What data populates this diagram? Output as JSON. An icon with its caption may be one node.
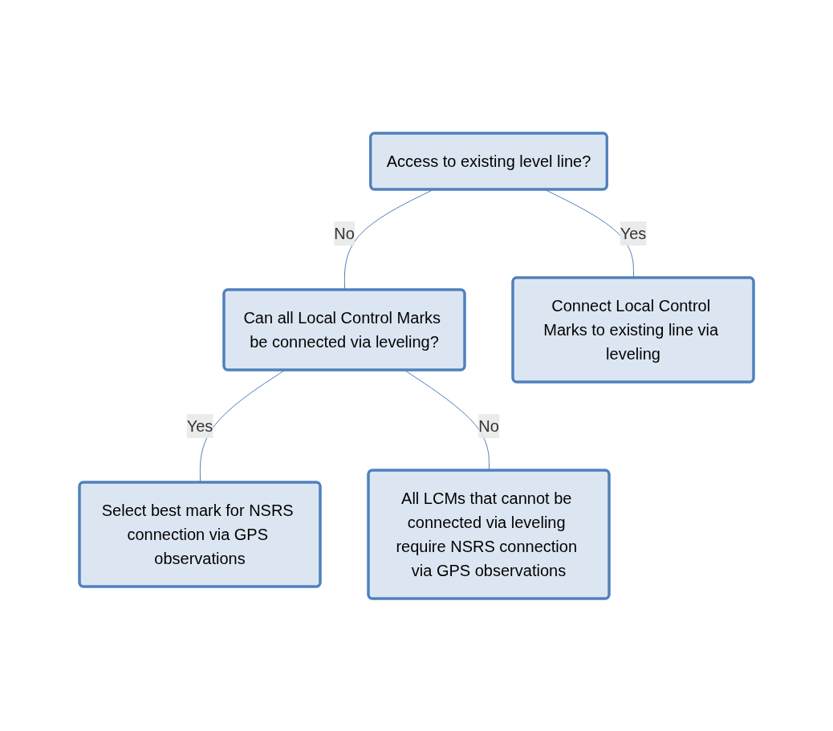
{
  "diagram": {
    "nodes": [
      {
        "text": [
          "Access to existing level line?"
        ]
      },
      {
        "text": [
          "Can all Local Control Marks be connected via leveling?"
        ]
      },
      {
        "text": [
          "Connect Local Control Marks to existing line via leveling"
        ]
      },
      {
        "text": [
          "Select best mark for NSRS connection via GPS observations"
        ]
      },
      {
        "text": [
          "All LCMs that cannot be connected via leveling require NSRS connection via GPS observations"
        ]
      }
    ],
    "edges": [
      {
        "from": 0,
        "to": 1,
        "arrow": "none",
        "label": "No"
      },
      {
        "from": 0,
        "to": 2,
        "arrow": "none",
        "label": "Yes"
      },
      {
        "from": 1,
        "to": 3,
        "arrow": "none",
        "label": "Yes"
      },
      {
        "from": 1,
        "to": 4,
        "arrow": "none",
        "label": "No"
      }
    ]
  }
}
